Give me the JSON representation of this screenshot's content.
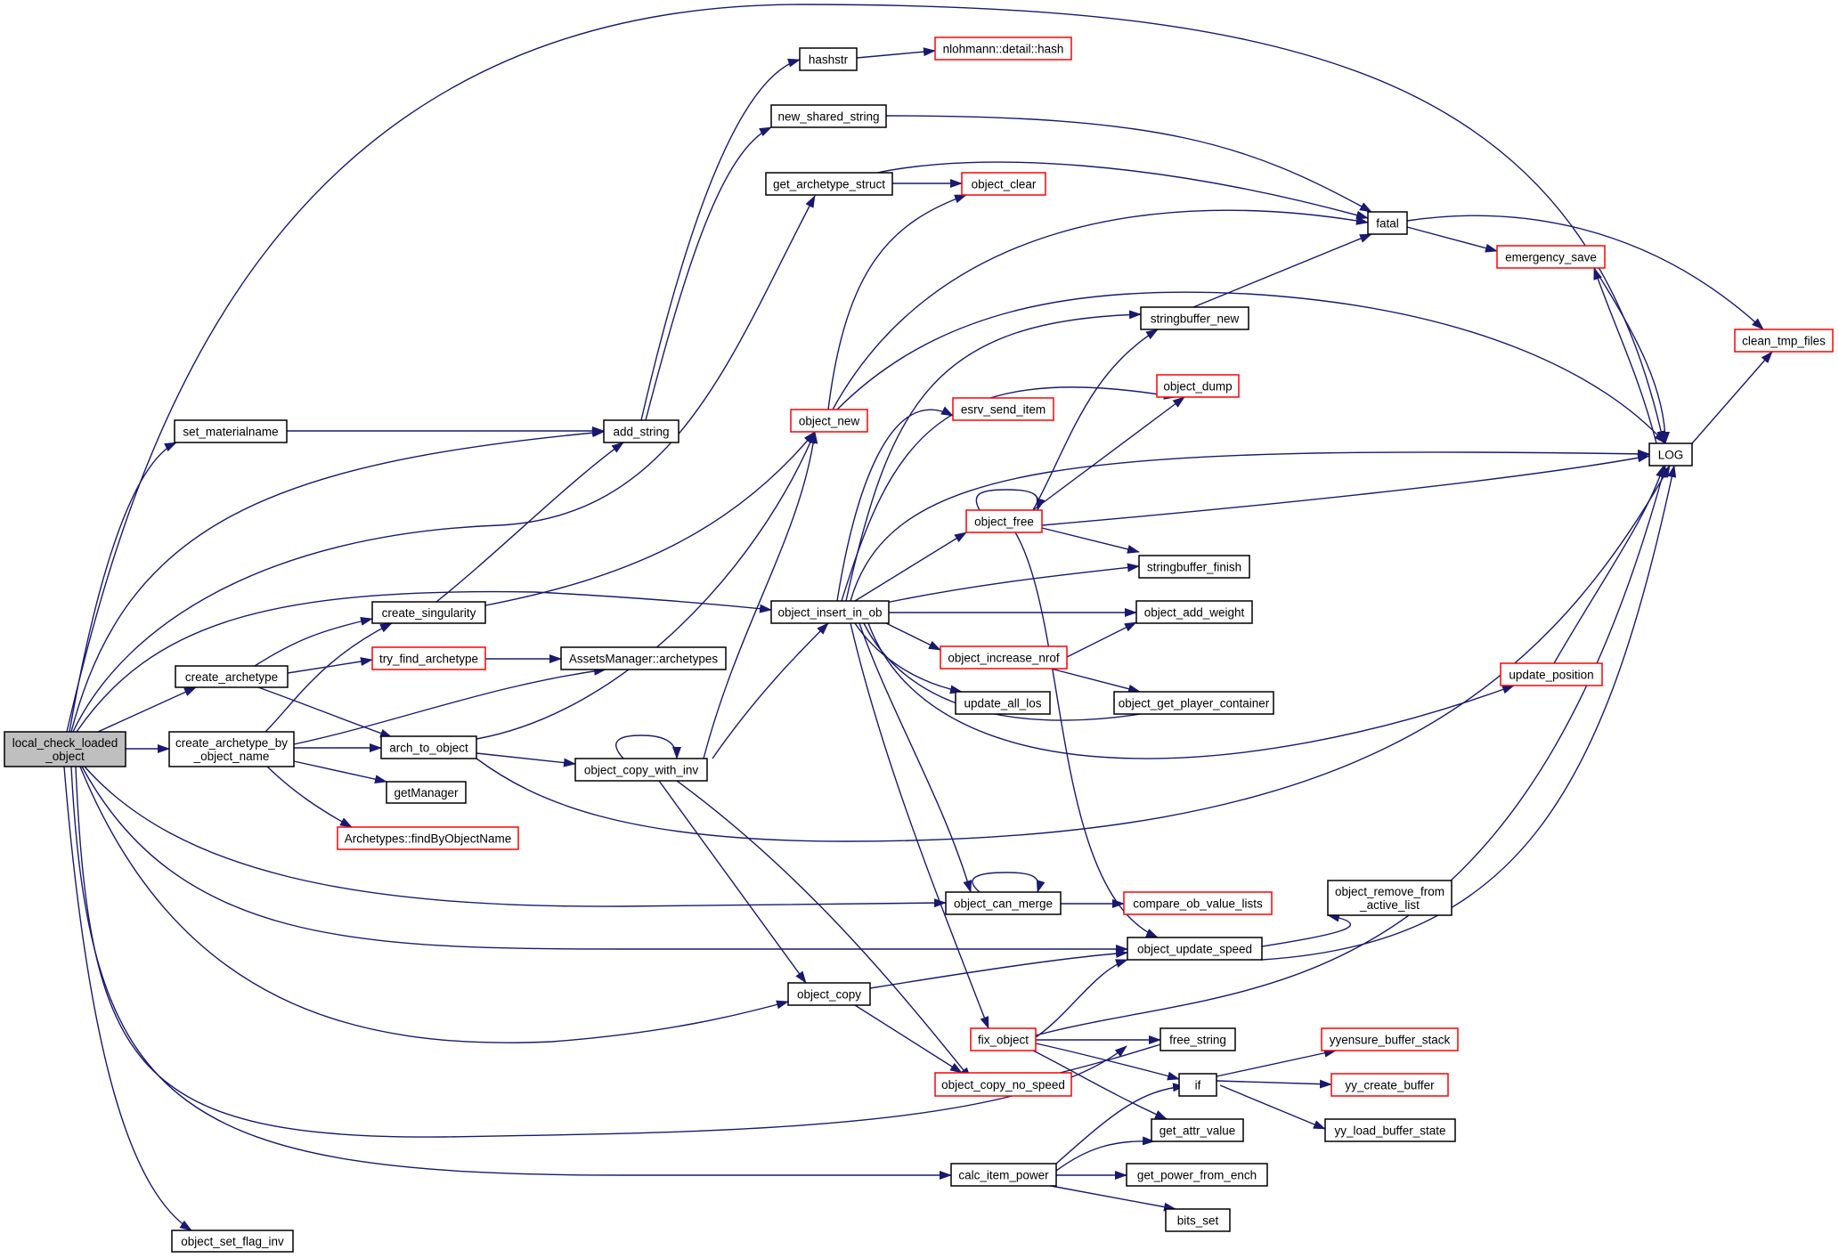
{
  "colors": {
    "edge": "#191970",
    "node_border_normal": "#000000",
    "node_border_truncated": "#ff0000",
    "root_fill": "#bfbfbf",
    "node_fill": "#ffffff",
    "text": "#000000"
  },
  "nodes": {
    "root": {
      "lines": [
        "local_check_loaded",
        "_object"
      ]
    },
    "set_materialname": {
      "lines": [
        "set_materialname"
      ]
    },
    "create_archetype": {
      "lines": [
        "create_archetype"
      ]
    },
    "create_archetype_by_object_name": {
      "lines": [
        "create_archetype_by",
        "_object_name"
      ]
    },
    "object_set_flag_inv": {
      "lines": [
        "object_set_flag_inv"
      ]
    },
    "add_string": {
      "lines": [
        "add_string"
      ]
    },
    "create_singularity": {
      "lines": [
        "create_singularity"
      ]
    },
    "try_find_archetype": {
      "lines": [
        "try_find_archetype"
      ]
    },
    "arch_to_object": {
      "lines": [
        "arch_to_object"
      ]
    },
    "getManager": {
      "lines": [
        "getManager"
      ]
    },
    "Archetypes_findByObjectName": {
      "lines": [
        "Archetypes::findByObjectName"
      ]
    },
    "AssetsManager_archetypes": {
      "lines": [
        "AssetsManager::archetypes"
      ]
    },
    "object_copy_with_inv": {
      "lines": [
        "object_copy_with_inv"
      ]
    },
    "hashstr": {
      "lines": [
        "hashstr"
      ]
    },
    "new_shared_string": {
      "lines": [
        "new_shared_string"
      ]
    },
    "get_archetype_struct": {
      "lines": [
        "get_archetype_struct"
      ]
    },
    "object_new": {
      "lines": [
        "object_new"
      ]
    },
    "object_insert_in_ob": {
      "lines": [
        "object_insert_in_ob"
      ]
    },
    "object_copy": {
      "lines": [
        "object_copy"
      ]
    },
    "calc_item_power": {
      "lines": [
        "calc_item_power"
      ]
    },
    "nlohmann_detail_hash": {
      "lines": [
        "nlohmann::detail::hash"
      ]
    },
    "object_clear": {
      "lines": [
        "object_clear"
      ]
    },
    "esrv_send_item": {
      "lines": [
        "esrv_send_item"
      ]
    },
    "object_free": {
      "lines": [
        "object_free"
      ]
    },
    "object_increase_nrof": {
      "lines": [
        "object_increase_nrof"
      ]
    },
    "update_all_los": {
      "lines": [
        "update_all_los"
      ]
    },
    "object_can_merge": {
      "lines": [
        "object_can_merge"
      ]
    },
    "fix_object": {
      "lines": [
        "fix_object"
      ]
    },
    "object_copy_no_speed": {
      "lines": [
        "object_copy_no_speed"
      ]
    },
    "compare_ob_value_lists": {
      "lines": [
        "compare_ob_value_lists"
      ]
    },
    "fatal": {
      "lines": [
        "fatal"
      ]
    },
    "stringbuffer_new": {
      "lines": [
        "stringbuffer_new"
      ]
    },
    "object_dump": {
      "lines": [
        "object_dump"
      ]
    },
    "stringbuffer_finish": {
      "lines": [
        "stringbuffer_finish"
      ]
    },
    "object_add_weight": {
      "lines": [
        "object_add_weight"
      ]
    },
    "object_get_player_container": {
      "lines": [
        "object_get_player_container"
      ]
    },
    "object_update_speed": {
      "lines": [
        "object_update_speed"
      ]
    },
    "free_string": {
      "lines": [
        "free_string"
      ]
    },
    "if": {
      "lines": [
        "if"
      ]
    },
    "get_attr_value": {
      "lines": [
        "get_attr_value"
      ]
    },
    "get_power_from_ench": {
      "lines": [
        "get_power_from_ench"
      ]
    },
    "bits_set": {
      "lines": [
        "bits_set"
      ]
    },
    "object_remove_from_active_list": {
      "lines": [
        "object_remove_from",
        "_active_list"
      ]
    },
    "emergency_save": {
      "lines": [
        "emergency_save"
      ]
    },
    "LOG": {
      "lines": [
        "LOG"
      ]
    },
    "update_position": {
      "lines": [
        "update_position"
      ]
    },
    "yyensure_buffer_stack": {
      "lines": [
        "yyensure_buffer_stack"
      ]
    },
    "yy_create_buffer": {
      "lines": [
        "yy_create_buffer"
      ]
    },
    "yy_load_buffer_state": {
      "lines": [
        "yy_load_buffer_state"
      ]
    },
    "clean_tmp_files": {
      "lines": [
        "clean_tmp_files"
      ]
    }
  }
}
